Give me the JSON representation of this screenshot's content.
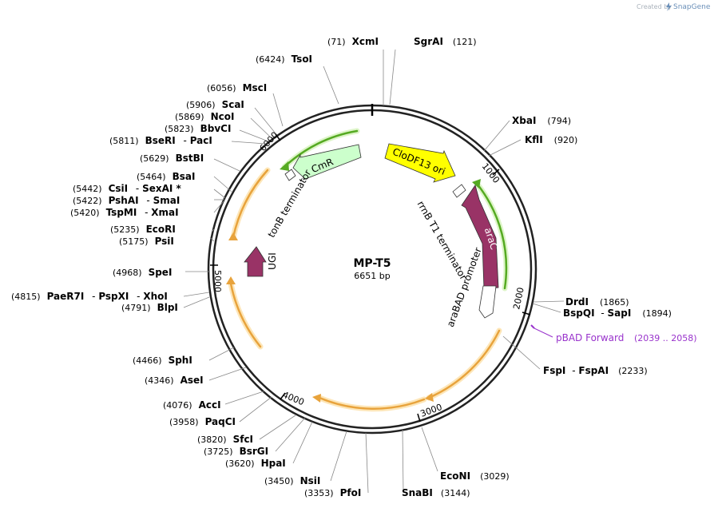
{
  "credit": {
    "created_by": "Created by",
    "brand": "SnapGene"
  },
  "plasmid": {
    "name": "MP-T5",
    "size": "6651 bp",
    "length": 6651
  },
  "ticks": [
    "1000",
    "2000",
    "3000",
    "4000",
    "5000",
    "6000"
  ],
  "enzymes": [
    {
      "pos": "(71)",
      "name": "XcmI"
    },
    {
      "pos": "(121)",
      "name": "SgrAI"
    },
    {
      "pos": "(6424)",
      "name": "TsoI"
    },
    {
      "pos": "(6056)",
      "name": "MscI"
    },
    {
      "pos": "(5906)",
      "name": "ScaI"
    },
    {
      "pos": "(5869)",
      "name": "NcoI"
    },
    {
      "pos": "(5823)",
      "name": "BbvCI"
    },
    {
      "pos": "(5811)",
      "name": "BseRI",
      "name2": "PacI"
    },
    {
      "pos": "(5629)",
      "name": "BstBI"
    },
    {
      "pos": "(5464)",
      "name": "BsaI"
    },
    {
      "pos": "(5442)",
      "name": "CsiI",
      "name2": "SexAI *"
    },
    {
      "pos": "(5422)",
      "name": "PshAI",
      "name2": "SmaI"
    },
    {
      "pos": "(5420)",
      "name": "TspMI",
      "name2": "XmaI"
    },
    {
      "pos": "(5235)",
      "name": "EcoRI"
    },
    {
      "pos": "(5175)",
      "name": "PsiI"
    },
    {
      "pos": "(4968)",
      "name": "SpeI"
    },
    {
      "pos": "(4815)",
      "name": "PaeR7I",
      "name2": "PspXI",
      "name3": "XhoI"
    },
    {
      "pos": "(4791)",
      "name": "BlpI"
    },
    {
      "pos": "(4466)",
      "name": "SphI"
    },
    {
      "pos": "(4346)",
      "name": "AseI"
    },
    {
      "pos": "(4076)",
      "name": "AccI"
    },
    {
      "pos": "(3958)",
      "name": "PaqCI"
    },
    {
      "pos": "(3820)",
      "name": "SfcI"
    },
    {
      "pos": "(3725)",
      "name": "BsrGI"
    },
    {
      "pos": "(3620)",
      "name": "HpaI"
    },
    {
      "pos": "(3450)",
      "name": "NsiI"
    },
    {
      "pos": "(3353)",
      "name": "PfoI"
    },
    {
      "pos": "(3144)",
      "name": "SnaBI"
    },
    {
      "pos": "(3029)",
      "name": "EcoNI"
    },
    {
      "pos": "(2233)",
      "name": "FspI",
      "name2": "FspAI"
    },
    {
      "pos": "(1894)",
      "name": "BspQI",
      "name2": "SapI"
    },
    {
      "pos": "(1865)",
      "name": "DrdI"
    },
    {
      "pos": "(920)",
      "name": "KflI"
    },
    {
      "pos": "(794)",
      "name": "XbaI"
    }
  ],
  "primer": {
    "name": "pBAD Forward",
    "range": "(2039 .. 2058)",
    "color": "#9933cc"
  },
  "features": [
    {
      "name": "CloDF13 ori",
      "kind": "rep_origin",
      "color": "#ffff00"
    },
    {
      "name": "CmR",
      "kind": "marker",
      "color": "#ccffcc"
    },
    {
      "name": "araC",
      "kind": "cds",
      "color": "#993366"
    },
    {
      "name": "UGI",
      "kind": "cds",
      "color": "#993366"
    },
    {
      "name": "rrnB T1 terminator",
      "kind": "terminator"
    },
    {
      "name": "tonB terminator",
      "kind": "terminator"
    },
    {
      "name": "araBAD promoter",
      "kind": "promoter"
    }
  ],
  "colors": {
    "orf": "#e8a33c",
    "orf_glow": "#fde6b8",
    "green_orf": "#55aa22",
    "green_glow": "#ddf5c8",
    "backbone": "#222222"
  }
}
